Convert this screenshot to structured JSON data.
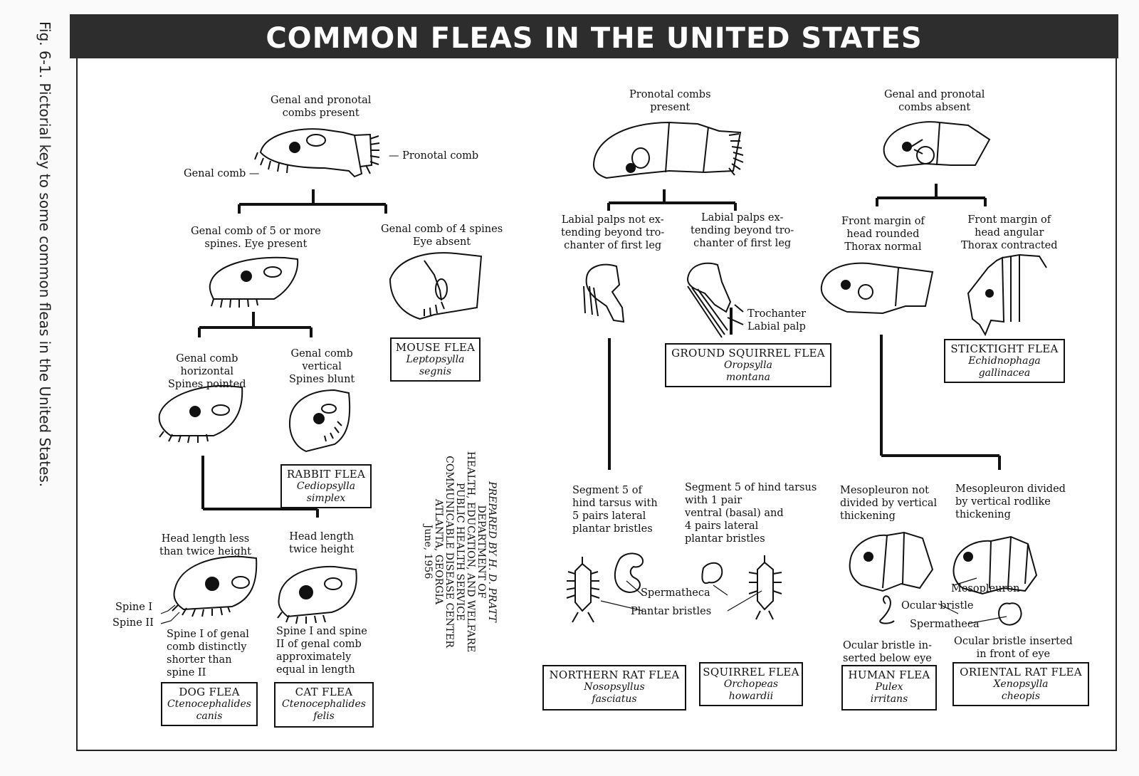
{
  "caption": "Fig. 6-1. Pictorial key to some common fleas in the United States.",
  "title": "COMMON FLEAS IN THE UNITED STATES",
  "credit": [
    "PREPARED BY H. D. PRATT",
    "DEPARTMENT OF",
    "HEALTH, EDUCATION, AND WELFARE",
    "PUBLIC HEALTH SERVICE",
    "COMMUNICABLE DISEASE CENTER",
    "ATLANTA, GEORGIA",
    "June, 1956"
  ],
  "labels": {
    "genal_pronotal_present": [
      "Genal and pronotal",
      "combs present"
    ],
    "genal_comb": "Genal comb —",
    "pronotal_comb": "— Pronotal comb",
    "genal_5_spines": [
      "Genal comb of 5 or more",
      "spines. Eye present"
    ],
    "genal_4_spines": [
      "Genal comb of 4 spines",
      "Eye absent"
    ],
    "genal_horizontal": [
      "Genal comb",
      "horizontal",
      "Spines pointed"
    ],
    "genal_vertical": [
      "Genal comb",
      "vertical",
      "Spines blunt"
    ],
    "head_less_twice": [
      "Head length less",
      "than twice height"
    ],
    "head_twice": [
      "Head length",
      "twice height"
    ],
    "spine_1": "Spine I",
    "spine_2": "Spine II",
    "spine_shorter": [
      "Spine I of genal",
      "comb distinctly",
      "shorter than",
      "spine II"
    ],
    "spine_equal": [
      "Spine I and spine",
      "II of genal comb",
      "approximately",
      "equal in length"
    ],
    "pronotal_present": [
      "Pronotal combs",
      "present"
    ],
    "labial_not_ext": [
      "Labial palps not ex-",
      "tending beyond tro-",
      "chanter of first leg"
    ],
    "labial_ext": [
      "Labial palps ex-",
      "tending beyond tro-",
      "chanter of first leg"
    ],
    "trochanter": "Trochanter",
    "labial_palp": "Labial palp",
    "seg5_5pairs": [
      "Segment 5 of",
      "hind tarsus with",
      "5 pairs lateral",
      "plantar bristles"
    ],
    "seg5_1pair": [
      "Segment 5 of hind tarsus",
      "with 1 pair",
      "ventral (basal) and",
      "4 pairs lateral",
      "plantar bristles"
    ],
    "spermatheca": "Spermatheca",
    "plantar_bristles": "Plantar bristles",
    "genal_absent": [
      "Genal and pronotal",
      "combs absent"
    ],
    "front_rounded": [
      "Front margin of",
      "head rounded",
      "Thorax normal"
    ],
    "front_angular": [
      "Front margin of",
      "head angular",
      "Thorax contracted"
    ],
    "meso_not_divided": [
      "Mesopleuron not",
      "divided by vertical",
      "thickening"
    ],
    "meso_divided": [
      "Mesopleuron divided",
      "by vertical rodlike",
      "thickening"
    ],
    "mesopleuron": "Mesopleuron",
    "ocular_bristle": "Ocular bristle",
    "spermatheca2": "Spermatheca",
    "ocular_below": [
      "Ocular bristle in-",
      "serted below eye"
    ],
    "ocular_front": [
      "Ocular bristle inserted",
      "in front of eye"
    ]
  },
  "fleas": {
    "mouse": {
      "common": "MOUSE FLEA",
      "sci": [
        "Leptopsylla",
        "segnis"
      ]
    },
    "rabbit": {
      "common": "RABBIT FLEA",
      "sci": [
        "Cediopsylla",
        "simplex"
      ]
    },
    "dog": {
      "common": "DOG FLEA",
      "sci": [
        "Ctenocephalides",
        "canis"
      ]
    },
    "cat": {
      "common": "CAT FLEA",
      "sci": [
        "Ctenocephalides",
        "felis"
      ]
    },
    "ground_squirrel": {
      "common": "GROUND SQUIRREL FLEA",
      "sci": [
        "Oropsylla",
        "montana"
      ]
    },
    "sticktight": {
      "common": "STICKTIGHT FLEA",
      "sci": [
        "Echidnophaga",
        "gallinacea"
      ]
    },
    "northern_rat": {
      "common": "NORTHERN RAT FLEA",
      "sci": [
        "Nosopsyllus",
        "fasciatus"
      ]
    },
    "squirrel": {
      "common": "SQUIRREL FLEA",
      "sci": [
        "Orchopeas",
        "howardii"
      ]
    },
    "human": {
      "common": "HUMAN FLEA",
      "sci": [
        "Pulex",
        "irritans"
      ]
    },
    "oriental_rat": {
      "common": "ORIENTAL RAT FLEA",
      "sci": [
        "Xenopsylla",
        "cheopis"
      ]
    }
  }
}
